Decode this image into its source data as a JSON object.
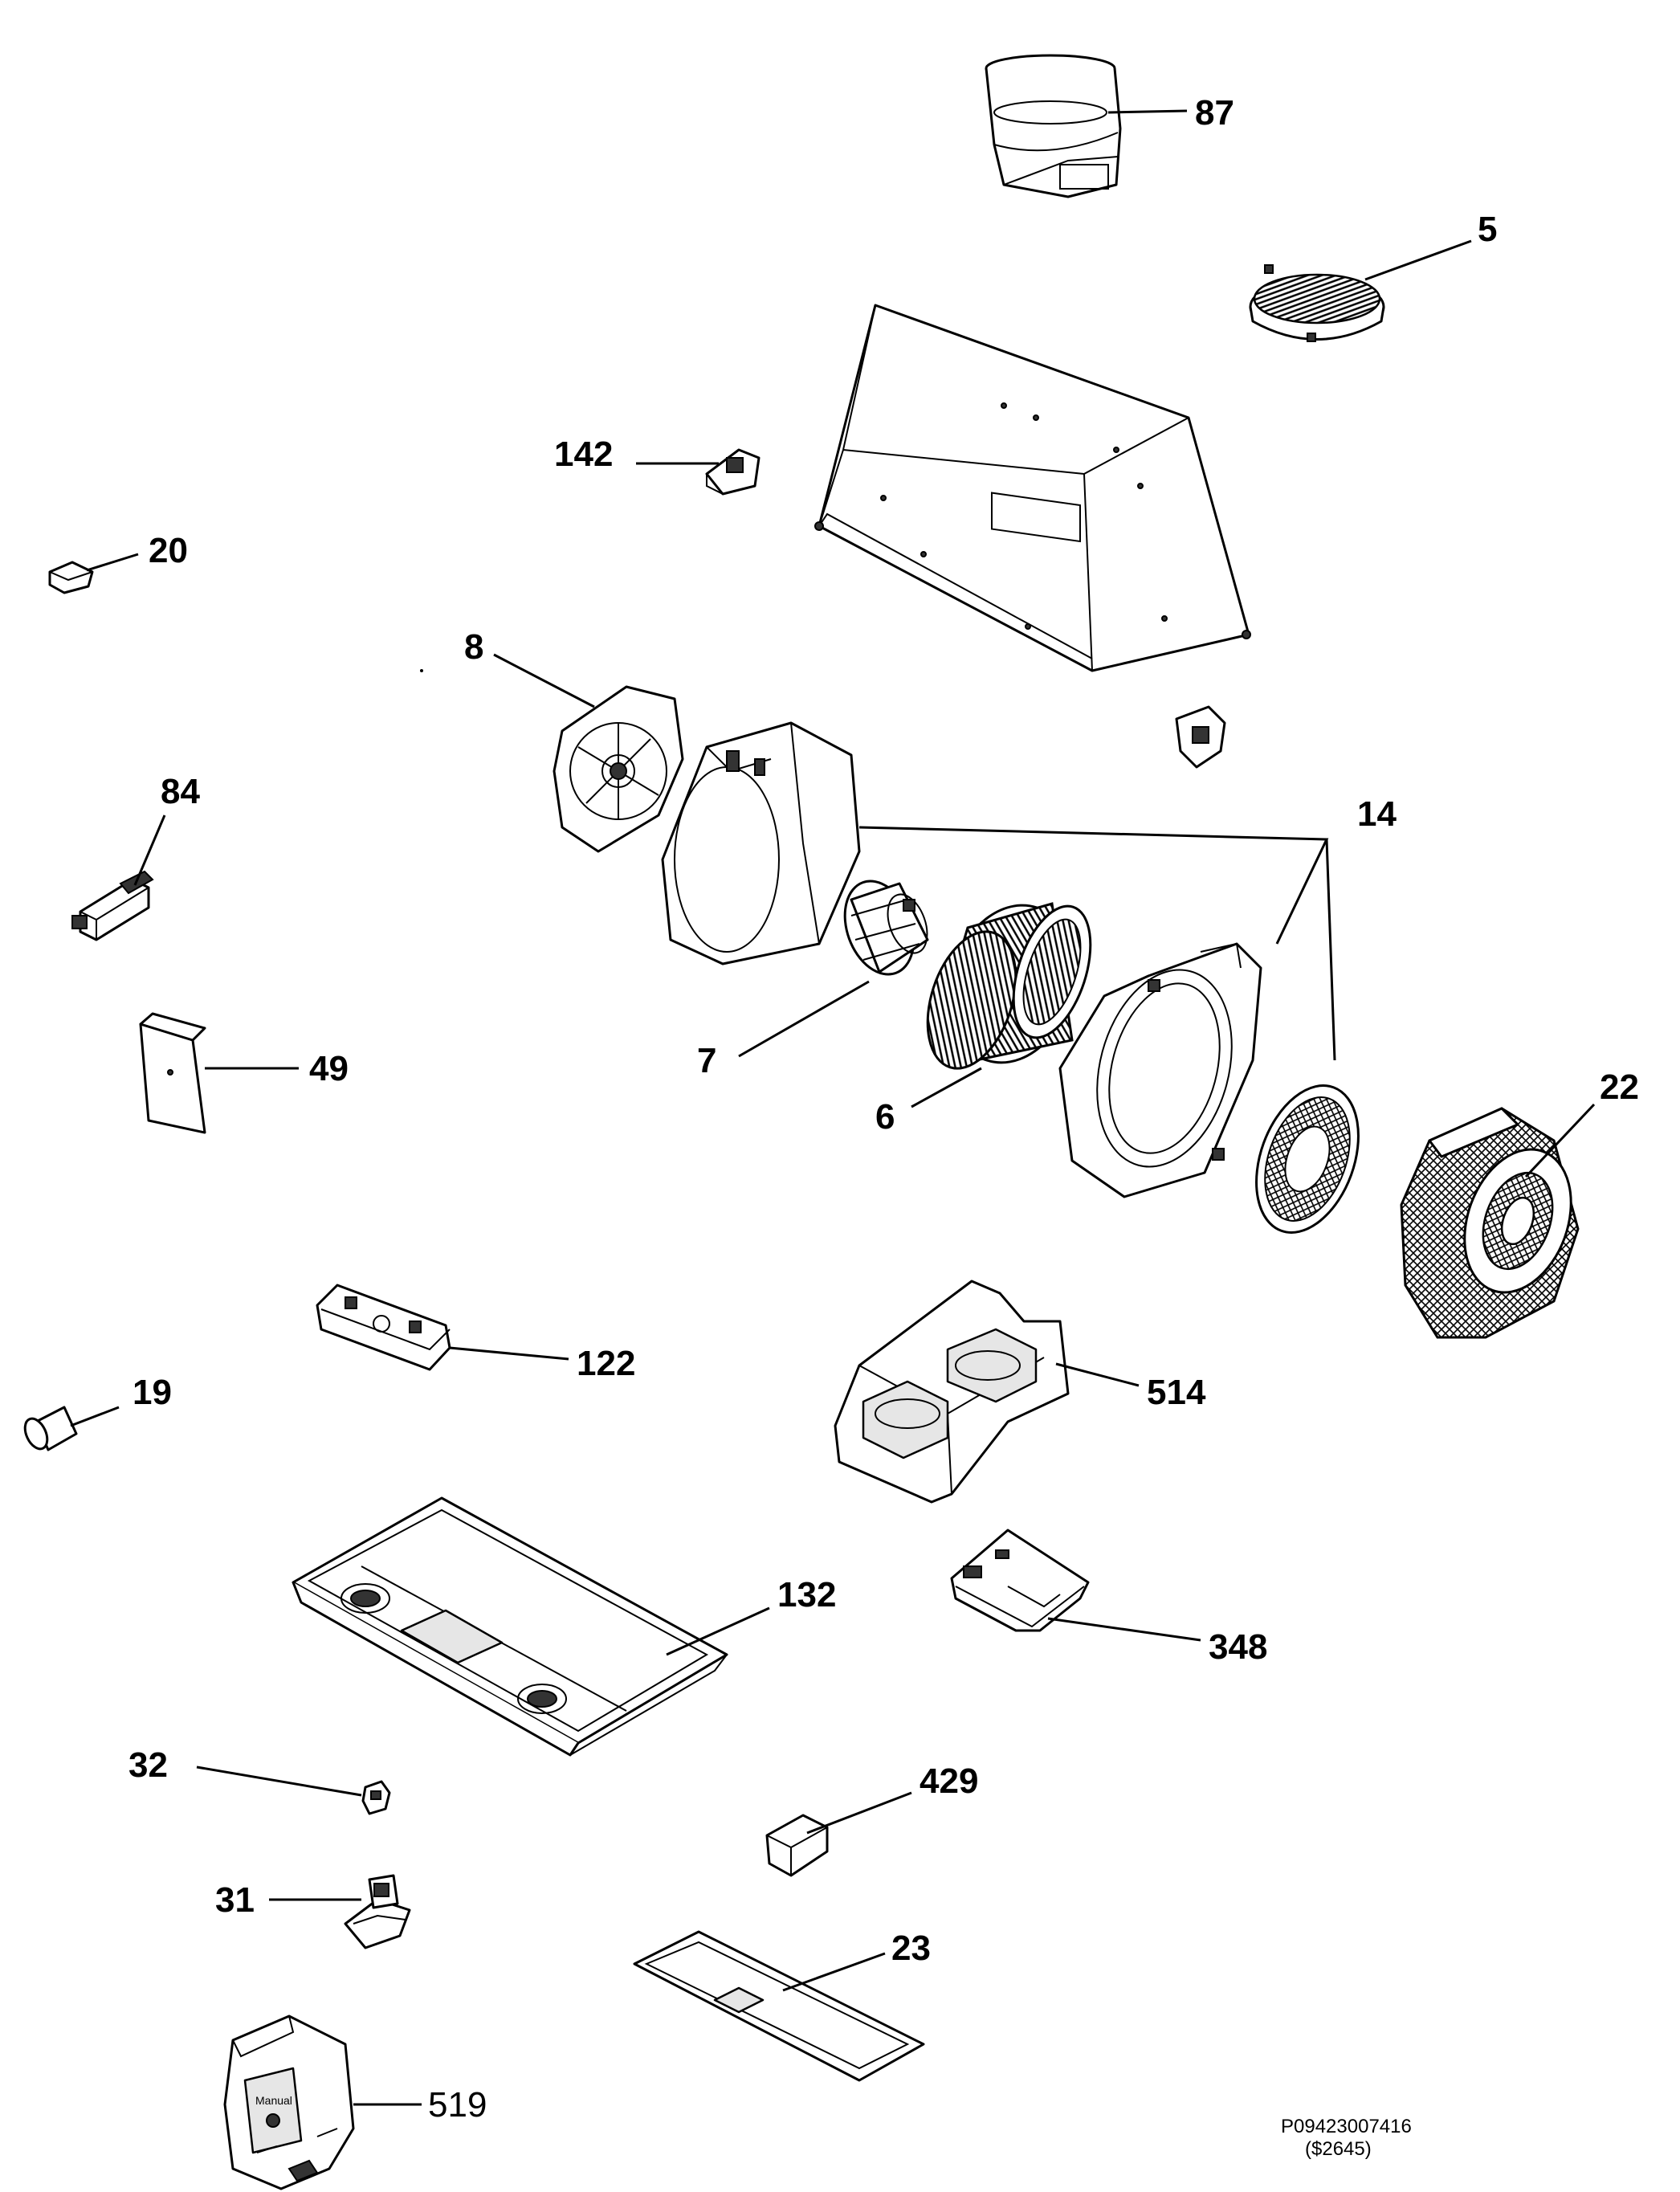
{
  "diagram": {
    "drawing_code": "P09423007416",
    "drawing_price": "($2645)",
    "bag_label": "Manual",
    "part_labels": {
      "p87": "87",
      "p5": "5",
      "p142": "142",
      "p20": "20",
      "p8": "8",
      "p84": "84",
      "p14": "14",
      "p7": "7",
      "p6": "6",
      "p22": "22",
      "p49": "49",
      "p122": "122",
      "p19": "19",
      "p514": "514",
      "p132": "132",
      "p348": "348",
      "p32": "32",
      "p429": "429",
      "p31": "31",
      "p23": "23",
      "p519": "519"
    }
  }
}
